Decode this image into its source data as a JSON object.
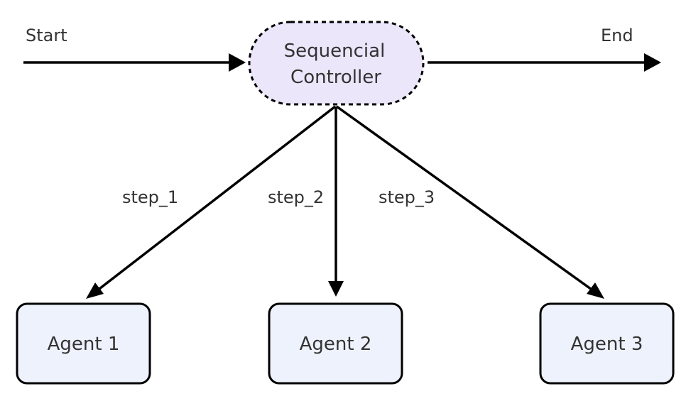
{
  "start_label": "Start",
  "end_label": "End",
  "controller": {
    "line1": "Sequencial",
    "line2": "Controller"
  },
  "steps": [
    {
      "label": "step_1"
    },
    {
      "label": "step_2"
    },
    {
      "label": "step_3"
    }
  ],
  "agents": [
    {
      "label": "Agent 1"
    },
    {
      "label": "Agent 2"
    },
    {
      "label": "Agent 3"
    }
  ],
  "colors": {
    "controller_fill": "#ECE6FB",
    "agent_fill": "#EEF2FC",
    "stroke": "#000000",
    "text": "#333333"
  }
}
